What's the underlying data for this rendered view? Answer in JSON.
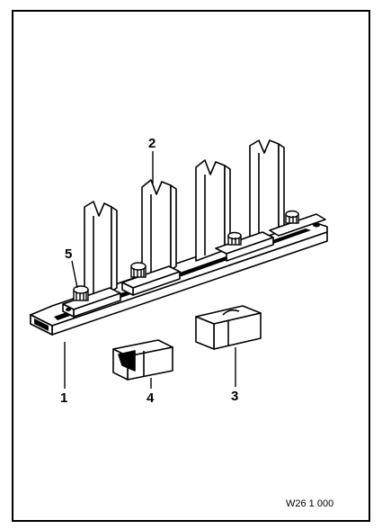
{
  "figure": {
    "callouts": {
      "c1": "1",
      "c2": "2",
      "c3": "3",
      "c4": "4",
      "c5": "5"
    },
    "reference": "W26 1 000"
  }
}
